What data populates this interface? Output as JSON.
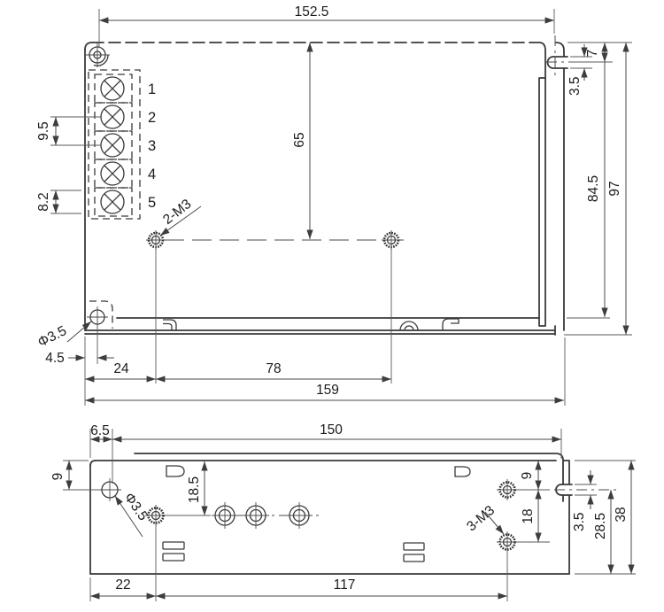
{
  "drawing": {
    "colors": {
      "outline": "#3a3a3a",
      "dimension": "#4a4a4a",
      "text": "#1c1c1c",
      "background": "#ffffff"
    },
    "top_view": {
      "overall_width": "152.5",
      "edge_offset": "7",
      "slot_width": "3.5",
      "body_depth": "84.5",
      "overall_depth": "97",
      "hole_row_offset": "65",
      "terminal_pitch": "9.5",
      "terminal_pitch2": "8.2",
      "hole_label": "2-M3",
      "corner_hole_dia": "Φ3.5",
      "corner_hole_offset": "4.5",
      "hole_offset_left": "24",
      "hole_spacing": "78",
      "overall_length": "159",
      "terminals": [
        "1",
        "2",
        "3",
        "4",
        "5"
      ]
    },
    "bottom_view": {
      "corner_offset": "6.5",
      "overall_width": "150",
      "side_offset_left": "9",
      "hole_row_offset": "18.5",
      "corner_hole_dia": "Φ3.5",
      "hole_offset_left": "22",
      "hole_spacing": "117",
      "hole_label": "3-M3",
      "side_offset_right": "9",
      "hole_pitch": "18",
      "slot_width": "3.5",
      "slot_depth": "28.5",
      "overall_depth": "38"
    }
  }
}
